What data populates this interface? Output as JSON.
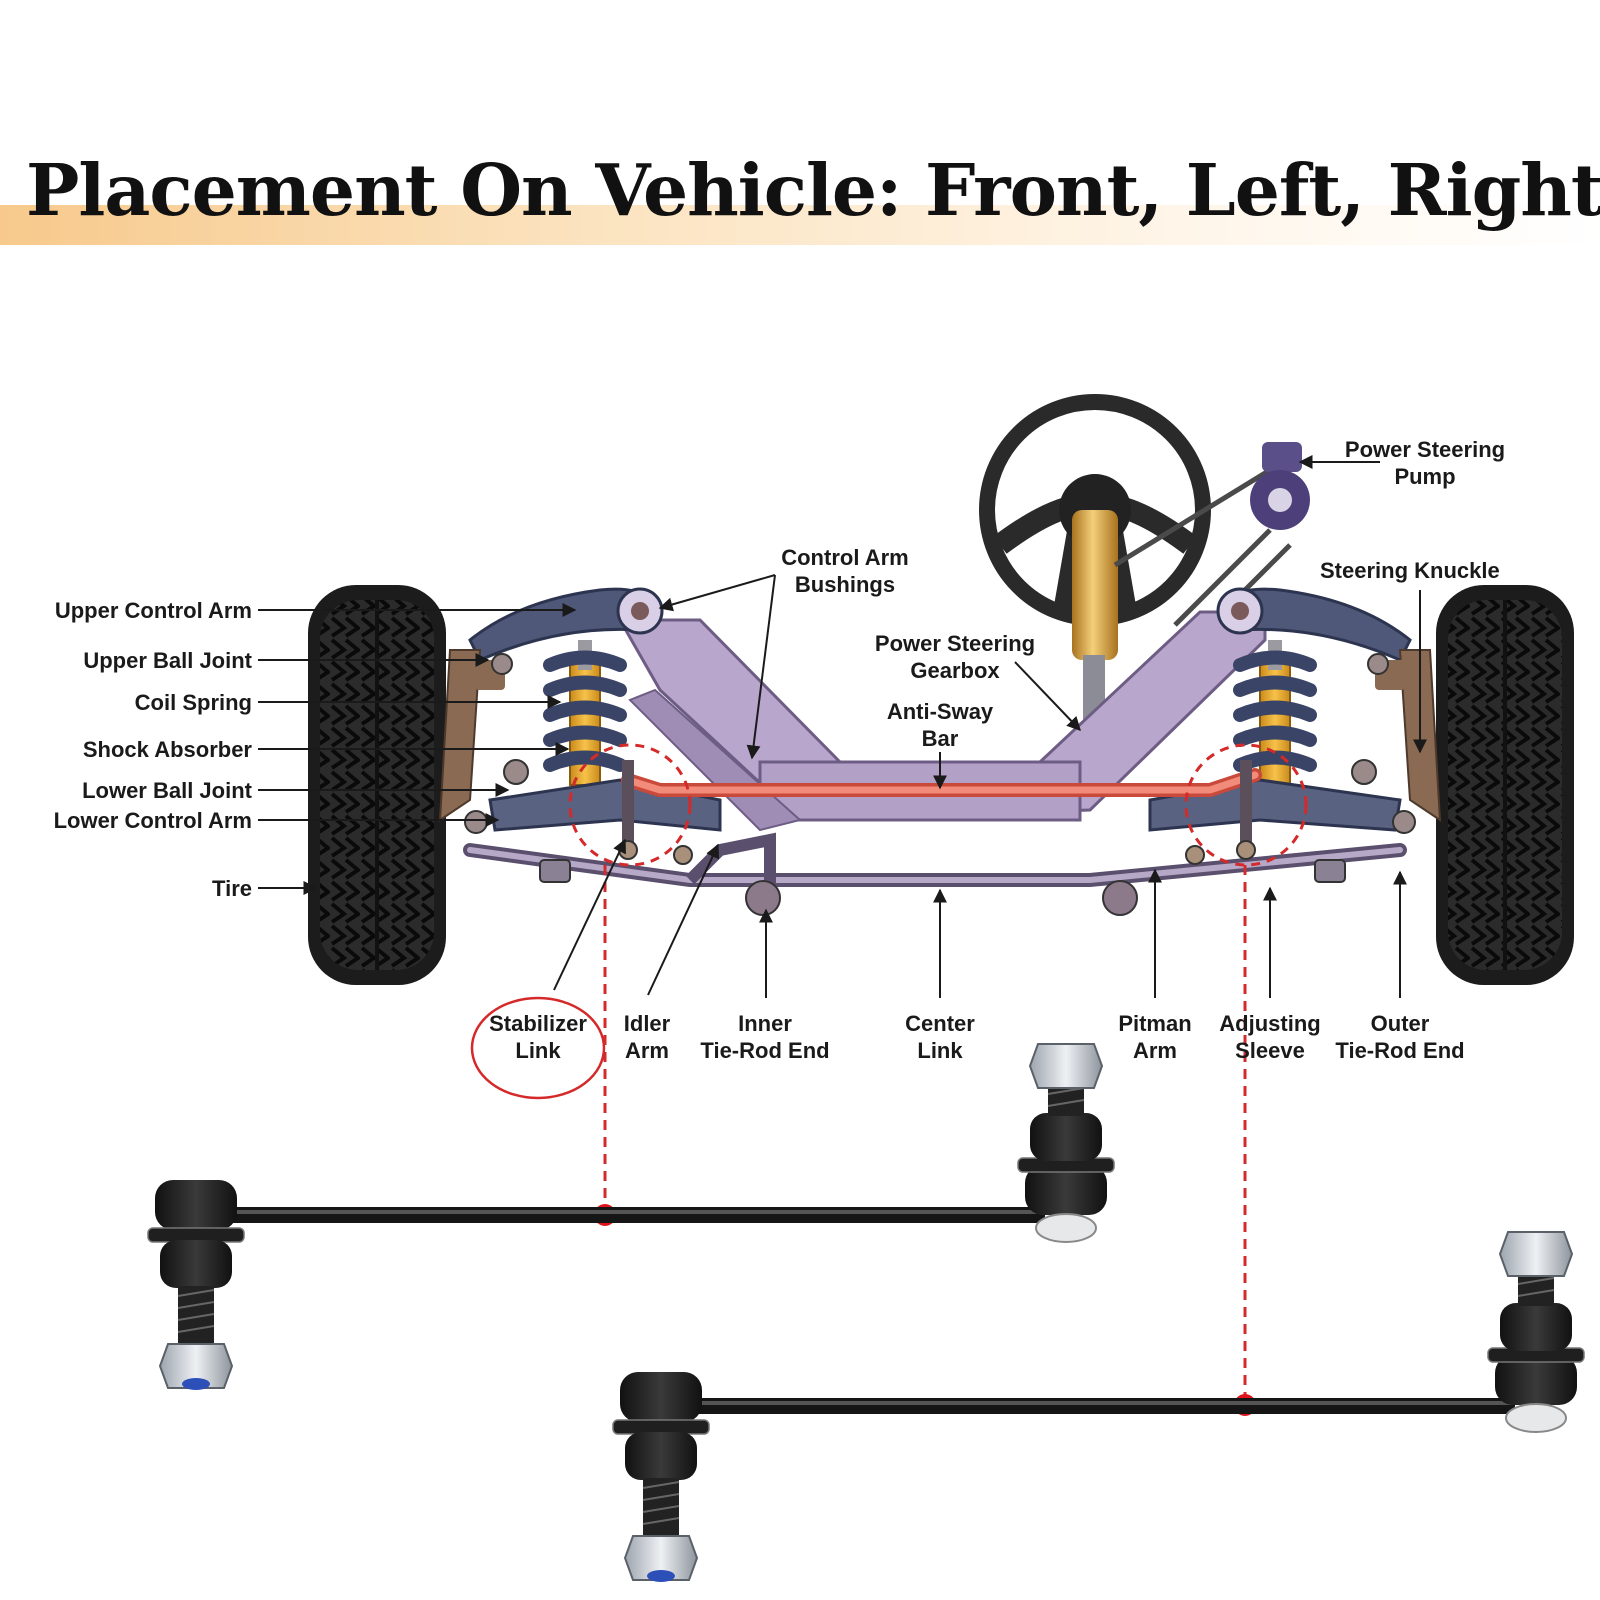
{
  "title": "Placement On Vehicle: Front, Left, Right",
  "colors": {
    "highlight_red": "#d42a2a",
    "frame_purple": "#b5a2c9",
    "arm_navy": "#4e5674",
    "sway_bar_red": "#f07a6a",
    "title_band": "#f7c98c",
    "column_gold": "#d9a440"
  },
  "labels": {
    "left": {
      "upper_control_arm": "Upper Control Arm",
      "upper_ball_joint": "Upper Ball Joint",
      "coil_spring": "Coil Spring",
      "shock_absorber": "Shock Absorber",
      "lower_ball_joint": "Lower Ball Joint",
      "lower_control_arm": "Lower Control Arm",
      "tire": "Tire"
    },
    "top": {
      "control_arm_bushings_1": "Control Arm",
      "control_arm_bushings_2": "Bushings",
      "power_steering_gearbox_1": "Power Steering",
      "power_steering_gearbox_2": "Gearbox",
      "anti_sway_bar_1": "Anti-Sway",
      "anti_sway_bar_2": "Bar",
      "power_steering_pump_1": "Power Steering",
      "power_steering_pump_2": "Pump",
      "steering_knuckle": "Steering Knuckle"
    },
    "bottom": {
      "stabilizer_link_1": "Stabilizer",
      "stabilizer_link_2": "Link",
      "idler_arm_1": "Idler",
      "idler_arm_2": "Arm",
      "inner_tie_rod_1": "Inner",
      "inner_tie_rod_2": "Tie-Rod End",
      "center_link_1": "Center",
      "center_link_2": "Link",
      "pitman_arm_1": "Pitman",
      "pitman_arm_2": "Arm",
      "adjusting_sleeve_1": "Adjusting",
      "adjusting_sleeve_2": "Sleeve",
      "outer_tie_rod_1": "Outer",
      "outer_tie_rod_2": "Tie-Rod End"
    }
  },
  "icons": {
    "left_tire": "tire-icon",
    "right_tire": "tire-icon",
    "steering_wheel": "steering-wheel-icon",
    "product_link_1": "stabilizer-link-product",
    "product_link_2": "stabilizer-link-product"
  }
}
